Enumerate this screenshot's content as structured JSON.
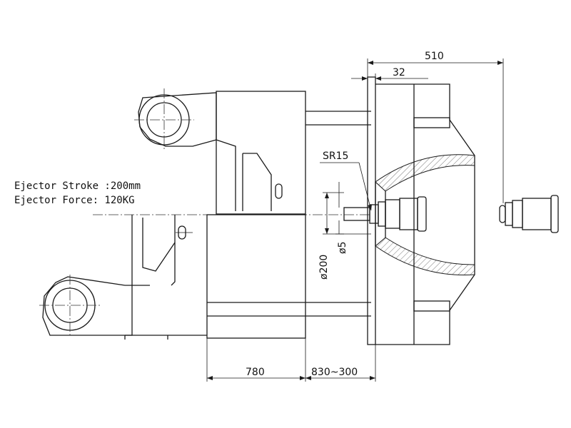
{
  "labels": {
    "ejector_stroke": "Ejector Stroke :200mm",
    "ejector_force": "Ejector Force: 120KG"
  },
  "dimensions": {
    "d510": "510",
    "d32": "32",
    "sr15": "SR15",
    "phi200": "ø200",
    "phi5": "ø5",
    "d780": "780",
    "d830": "830~300"
  },
  "colors": {
    "line": "#1a1a1a",
    "background": "#ffffff"
  }
}
